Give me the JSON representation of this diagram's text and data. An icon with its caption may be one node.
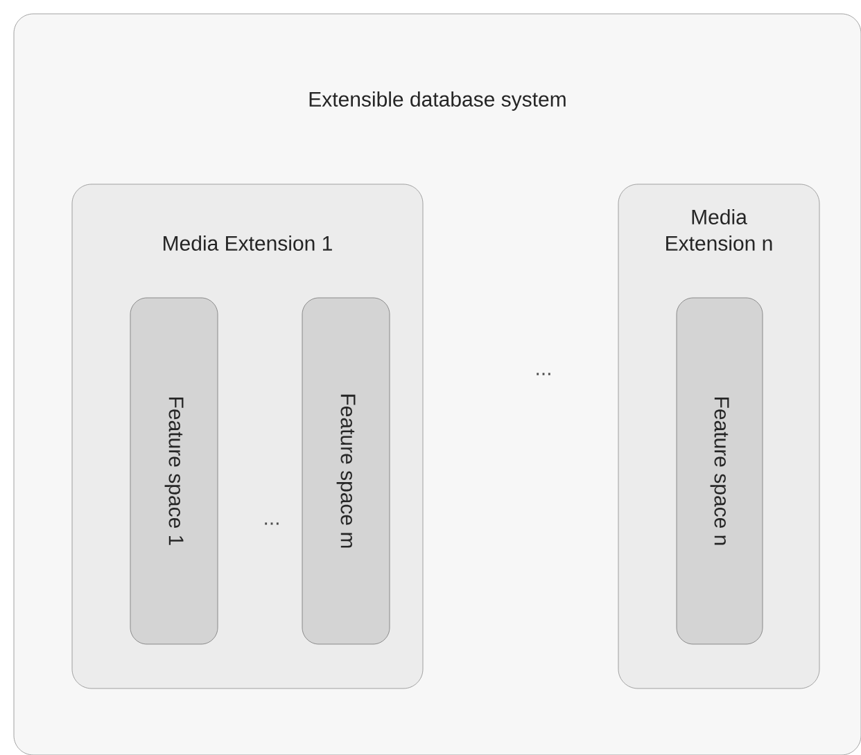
{
  "diagram": {
    "nodes": [
      {
        "text": [
          "Extensible database system"
        ]
      },
      {
        "text": [
          "Media Extension 1"
        ],
        "in": 0
      },
      {
        "text": [
          "Feature space 1"
        ],
        "in": 1
      },
      {
        "text": [
          "Feature space m"
        ],
        "in": 1
      },
      {
        "text": [
          "Media Extension n"
        ],
        "in": 0
      },
      {
        "text": [
          "Feature space n"
        ],
        "in": 4
      }
    ],
    "labels": [
      "...",
      "..."
    ]
  }
}
